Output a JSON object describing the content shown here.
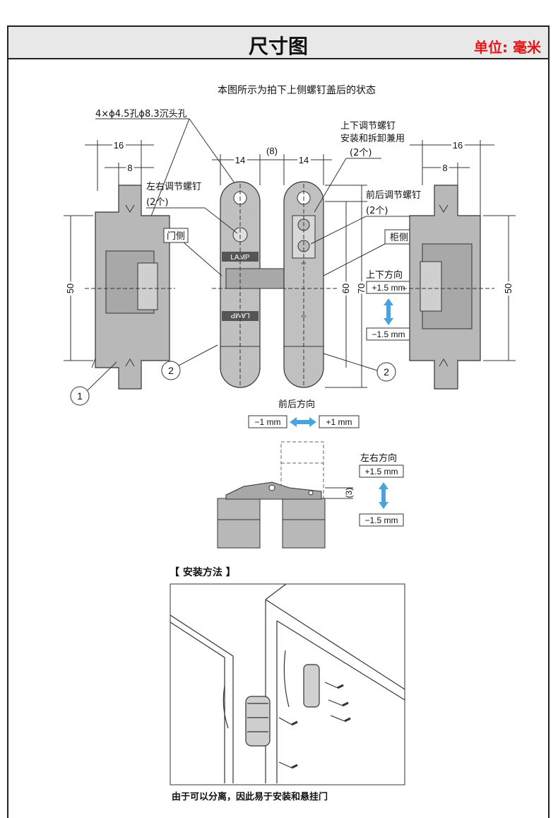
{
  "header": {
    "title": "尺寸图",
    "unit": "单位: 毫米"
  },
  "diagram": {
    "caption": "本图所示为拍下上侧螺钉盖后的状态",
    "hole_note": "4×ϕ4.5孔ϕ8.3沉头孔",
    "dim_16": "16",
    "dim_8": "8",
    "dim_14_left": "14",
    "dim_8_paren": "(8)",
    "dim_14_right": "14",
    "dim_50": "50",
    "dim_60": "60",
    "dim_70": "70",
    "lr_screw": "左右调节螺钉",
    "lr_screw_count": "(2个)",
    "ud_screw": "上下调节螺钉",
    "ud_screw_use": "安装和拆卸兼用",
    "ud_screw_count": "(2个)",
    "fb_screw": "前后调节螺钉",
    "fb_screw_count": "(2个)",
    "door_side": "门侧",
    "cabinet_side": "柜侧",
    "ud_direction": "上下方向",
    "ud_plus": "+1.5 mm",
    "ud_minus": "−1.5 mm",
    "callout_1": "1",
    "callout_2": "2",
    "fb_direction": "前后方向",
    "fb_minus": "−1 mm",
    "fb_plus": "+1 mm",
    "lr_direction": "左右方向",
    "lr_plus": "+1.5 mm",
    "lr_minus": "−1.5 mm",
    "dim_3": "(3)",
    "logo_text": "LAMP"
  },
  "install": {
    "title": "【 安装方法 】",
    "caption": "由于可以分离，因此易于安装和悬挂门"
  },
  "colors": {
    "part": "#b5b5b5",
    "outline": "#333333",
    "arrow": "#4aa3df",
    "red": "#e0161b"
  }
}
